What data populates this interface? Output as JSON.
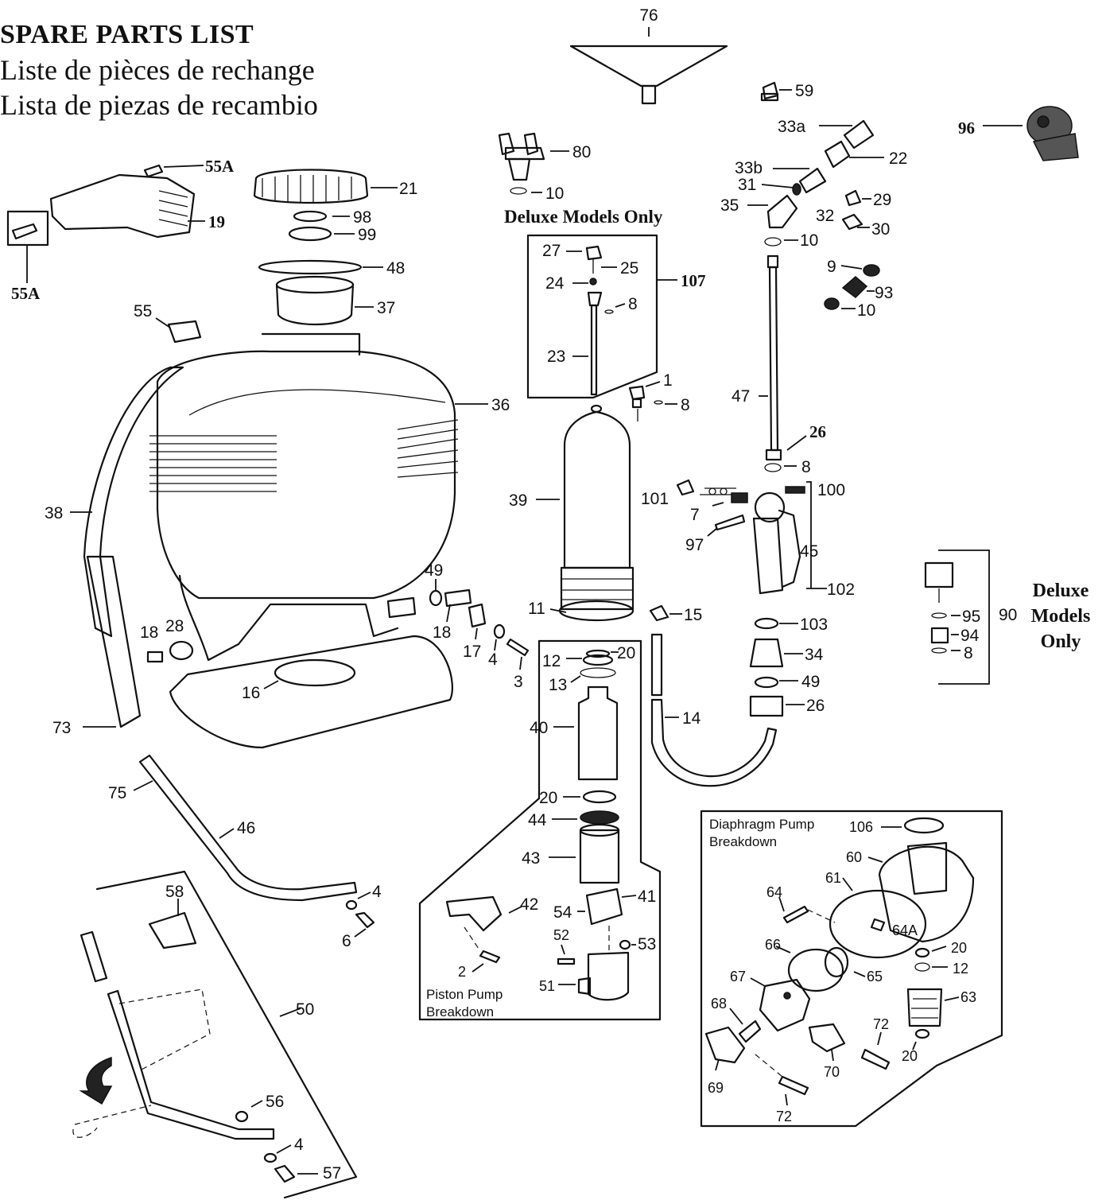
{
  "title": {
    "line1": "SPARE PARTS LIST",
    "line2": "Liste de pièces de rechange",
    "line3": "Lista de piezas de recambio"
  },
  "notes": {
    "deluxe_top": "Deluxe Models Only",
    "deluxe_right_1": "Deluxe",
    "deluxe_right_2": "Models",
    "deluxe_right_3": "Only"
  },
  "boxes": {
    "piston_1": "Piston Pump",
    "piston_2": "Breakdown",
    "diaphragm_1": "Diaphragm Pump",
    "diaphragm_2": "Breakdown"
  },
  "labels": {
    "p76": "76",
    "p59": "59",
    "p33a": "33a",
    "p96": "96",
    "p22": "22",
    "p33b": "33b",
    "p31": "31",
    "p35": "35",
    "p29": "29",
    "p32": "32",
    "p30": "30",
    "p10c": "10",
    "p9": "9",
    "p93": "93",
    "p10d": "10",
    "p47": "47",
    "p26a": "26",
    "p8d": "8",
    "p100": "100",
    "p101": "101",
    "p7": "7",
    "p97": "97",
    "p45": "45",
    "p102": "102",
    "p103": "103",
    "p34": "34",
    "p49b": "49",
    "p26b": "26",
    "p15": "15",
    "p14": "14",
    "p80": "80",
    "p10a": "10",
    "p27": "27",
    "p25": "25",
    "p107": "107",
    "p24": "24",
    "p8a": "8",
    "p23": "23",
    "p1": "1",
    "p8b": "8",
    "p39": "39",
    "p11": "11",
    "p95": "95",
    "p90": "90",
    "p94": "94",
    "p8c": "8",
    "p55Aa": "55A",
    "p19": "19",
    "p55Ab": "55A",
    "p21": "21",
    "p98": "98",
    "p99": "99",
    "p48": "48",
    "p37": "37",
    "p55": "55",
    "p36": "36",
    "p38": "38",
    "p73": "73",
    "p49a": "49",
    "p18a": "18",
    "p28": "28",
    "p18b": "18",
    "p17": "17",
    "p4a": "4",
    "p3": "3",
    "p16": "16",
    "p75": "75",
    "p46": "46",
    "p4b": "4",
    "p6": "6",
    "p58": "58",
    "p50": "50",
    "p56": "56",
    "p4c": "4",
    "p57": "57",
    "p12a": "12",
    "p20a": "20",
    "p13": "13",
    "p40": "40",
    "p20b": "20",
    "p44": "44",
    "p43": "43",
    "p42": "42",
    "p41": "41",
    "p54": "54",
    "p52": "52",
    "p53": "53",
    "p2": "2",
    "p51": "51",
    "p106": "106",
    "p60": "60",
    "p61": "61",
    "p64": "64",
    "p64A": "64A",
    "p20c": "20",
    "p12b": "12",
    "p66": "66",
    "p65": "65",
    "p67": "67",
    "p63": "63",
    "p68": "68",
    "p72a": "72",
    "p20d": "20",
    "p69": "69",
    "p70": "70",
    "p72b": "72"
  }
}
